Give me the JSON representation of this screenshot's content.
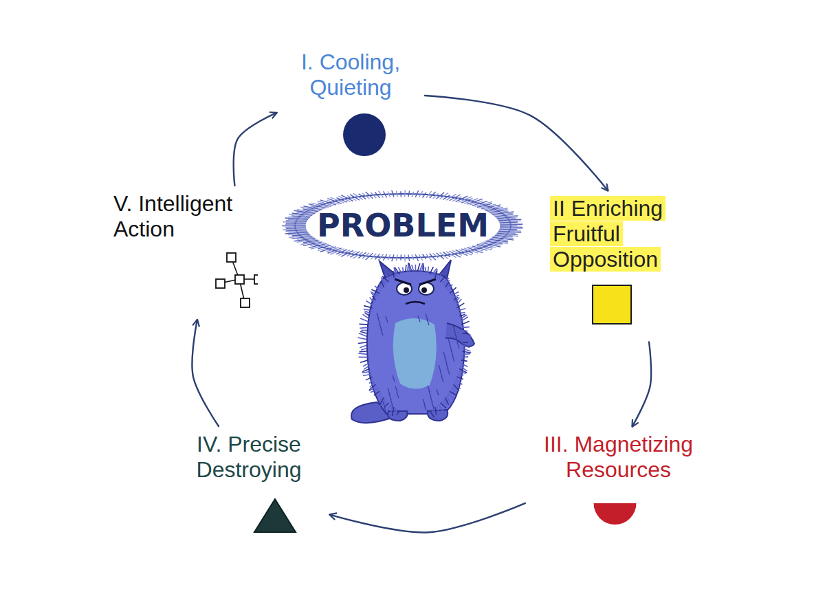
{
  "diagram": {
    "nodes": [
      {
        "text": [
          "I. Cooling, Quieting"
        ]
      },
      {
        "text": [
          "II Enriching Fruitful Opposition"
        ]
      },
      {
        "text": [
          "III. Magnetizing Resources"
        ]
      },
      {
        "text": [
          "IV. Precise Destroying"
        ]
      },
      {
        "text": [
          "V. Intelligent Action"
        ]
      },
      {
        "text": [
          "PROBLEM"
        ]
      }
    ],
    "edges": [
      {
        "from": 0,
        "to": 1,
        "arrow": "to"
      },
      {
        "from": 1,
        "to": 2,
        "arrow": "to"
      },
      {
        "from": 2,
        "to": 3,
        "arrow": "to"
      },
      {
        "from": 3,
        "to": 4,
        "arrow": "to"
      },
      {
        "from": 4,
        "to": 0,
        "arrow": "to"
      }
    ]
  }
}
